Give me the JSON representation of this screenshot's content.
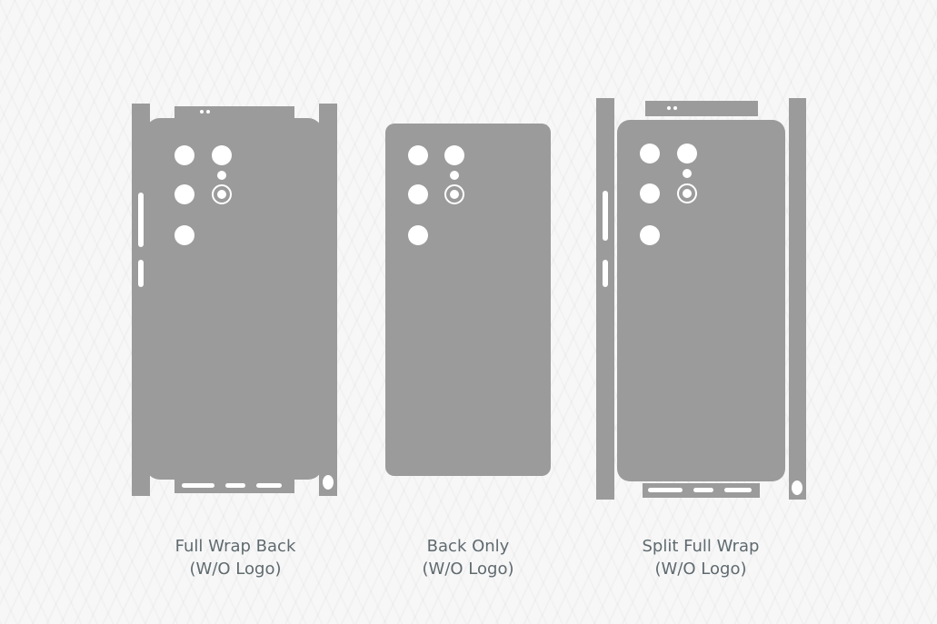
{
  "colors": {
    "background": "#f7f7f7",
    "template": "#9b9b9b",
    "cutout": "#ffffff",
    "caption": "#5f6a6f"
  },
  "templates": [
    {
      "id": "full-wrap",
      "title": "Full Wrap Back",
      "subtitle": "(W/O Logo)"
    },
    {
      "id": "back-only",
      "title": "Back Only",
      "subtitle": "(W/O Logo)"
    },
    {
      "id": "split-full-wrap",
      "title": "Split Full Wrap",
      "subtitle": "(W/O Logo)"
    }
  ]
}
